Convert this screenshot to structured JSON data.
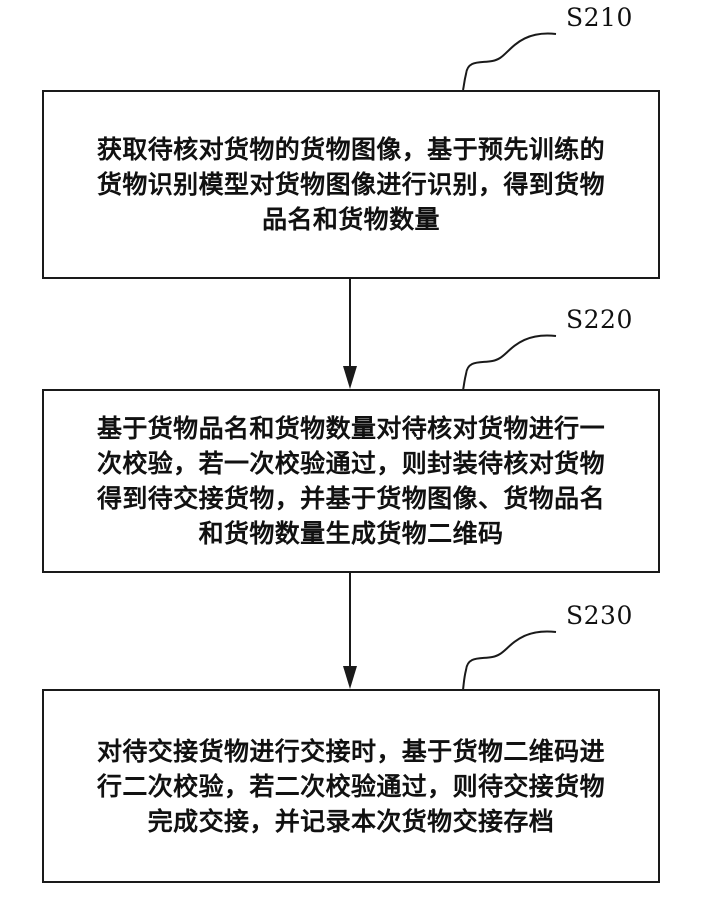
{
  "steps": [
    {
      "id": "S210",
      "lines": [
        "获取待核对货物的货物图像，基于预先训练的",
        "货物识别模型对货物图像进行识别，得到货物",
        "品名和货物数量"
      ]
    },
    {
      "id": "S220",
      "lines": [
        "基于货物品名和货物数量对待核对货物进行一",
        "次校验，若一次校验通过，则封装待核对货物",
        "得到待交接货物，并基于货物图像、货物品名",
        "和货物数量生成货物二维码"
      ]
    },
    {
      "id": "S230",
      "lines": [
        "对待交接货物进行交接时，基于货物二维码进",
        "行二次校验，若二次校验通过，则待交接货物",
        "完成交接，并记录本次货物交接存档"
      ]
    }
  ]
}
